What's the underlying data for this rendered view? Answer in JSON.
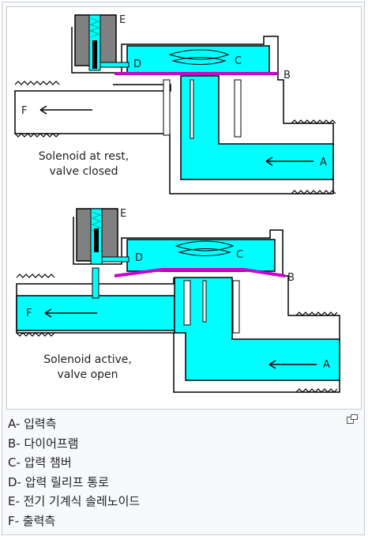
{
  "figure": {
    "top": {
      "labels": {
        "a": "A",
        "b": "B",
        "c": "C",
        "d": "D",
        "e": "E",
        "f": "F"
      },
      "caption_line1": "Solenoid at rest,",
      "caption_line2": "valve closed"
    },
    "bottom": {
      "labels": {
        "a": "A",
        "b": "B",
        "c": "C",
        "d": "D",
        "e": "E",
        "f": "F"
      },
      "caption_line1": "Solenoid active,",
      "caption_line2": "valve open"
    },
    "colors": {
      "fluid": "#00ffff",
      "diaphragm": "#cc00cc",
      "solenoid": "#808080",
      "spring": "#00aa88",
      "outline": "#000000"
    }
  },
  "legend": [
    "A- 입력측",
    "B- 다이어프램",
    "C- 압력 챔버",
    "D- 압력 릴리프 통로",
    "E- 전기 기계식 솔레노이드",
    "F- 출력측"
  ],
  "icons": {
    "enlarge": "enlarge-icon"
  }
}
